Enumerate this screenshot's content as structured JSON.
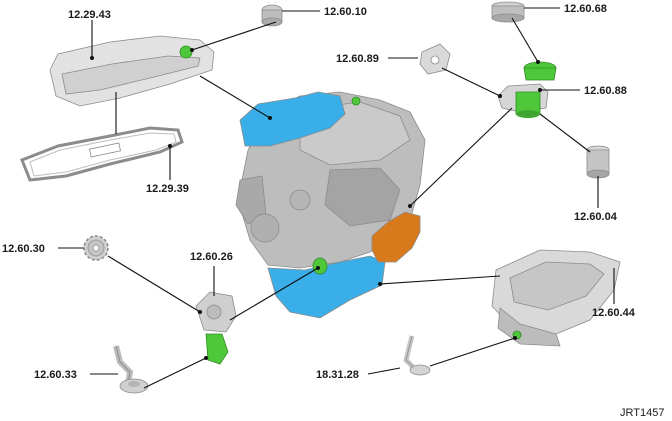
{
  "reference": "JRT1457",
  "colors": {
    "blue_part": "#39aee8",
    "green_part": "#4ec83a",
    "orange_part": "#d87a1c",
    "grey_part": "#d2d2d2",
    "engine": "#bdbdbd",
    "leader": "#111111"
  },
  "labels": [
    {
      "id": "12.29.43",
      "text": "12.29.43"
    },
    {
      "id": "12.60.10",
      "text": "12.60.10"
    },
    {
      "id": "12.60.68",
      "text": "12.60.68"
    },
    {
      "id": "12.60.89",
      "text": "12.60.89"
    },
    {
      "id": "12.60.88",
      "text": "12.60.88"
    },
    {
      "id": "12.29.39",
      "text": "12.29.39"
    },
    {
      "id": "12.60.04",
      "text": "12.60.04"
    },
    {
      "id": "12.60.30",
      "text": "12.60.30"
    },
    {
      "id": "12.60.26",
      "text": "12.60.26"
    },
    {
      "id": "12.60.44",
      "text": "12.60.44"
    },
    {
      "id": "12.60.33",
      "text": "12.60.33"
    },
    {
      "id": "18.31.28",
      "text": "18.31.28"
    }
  ]
}
